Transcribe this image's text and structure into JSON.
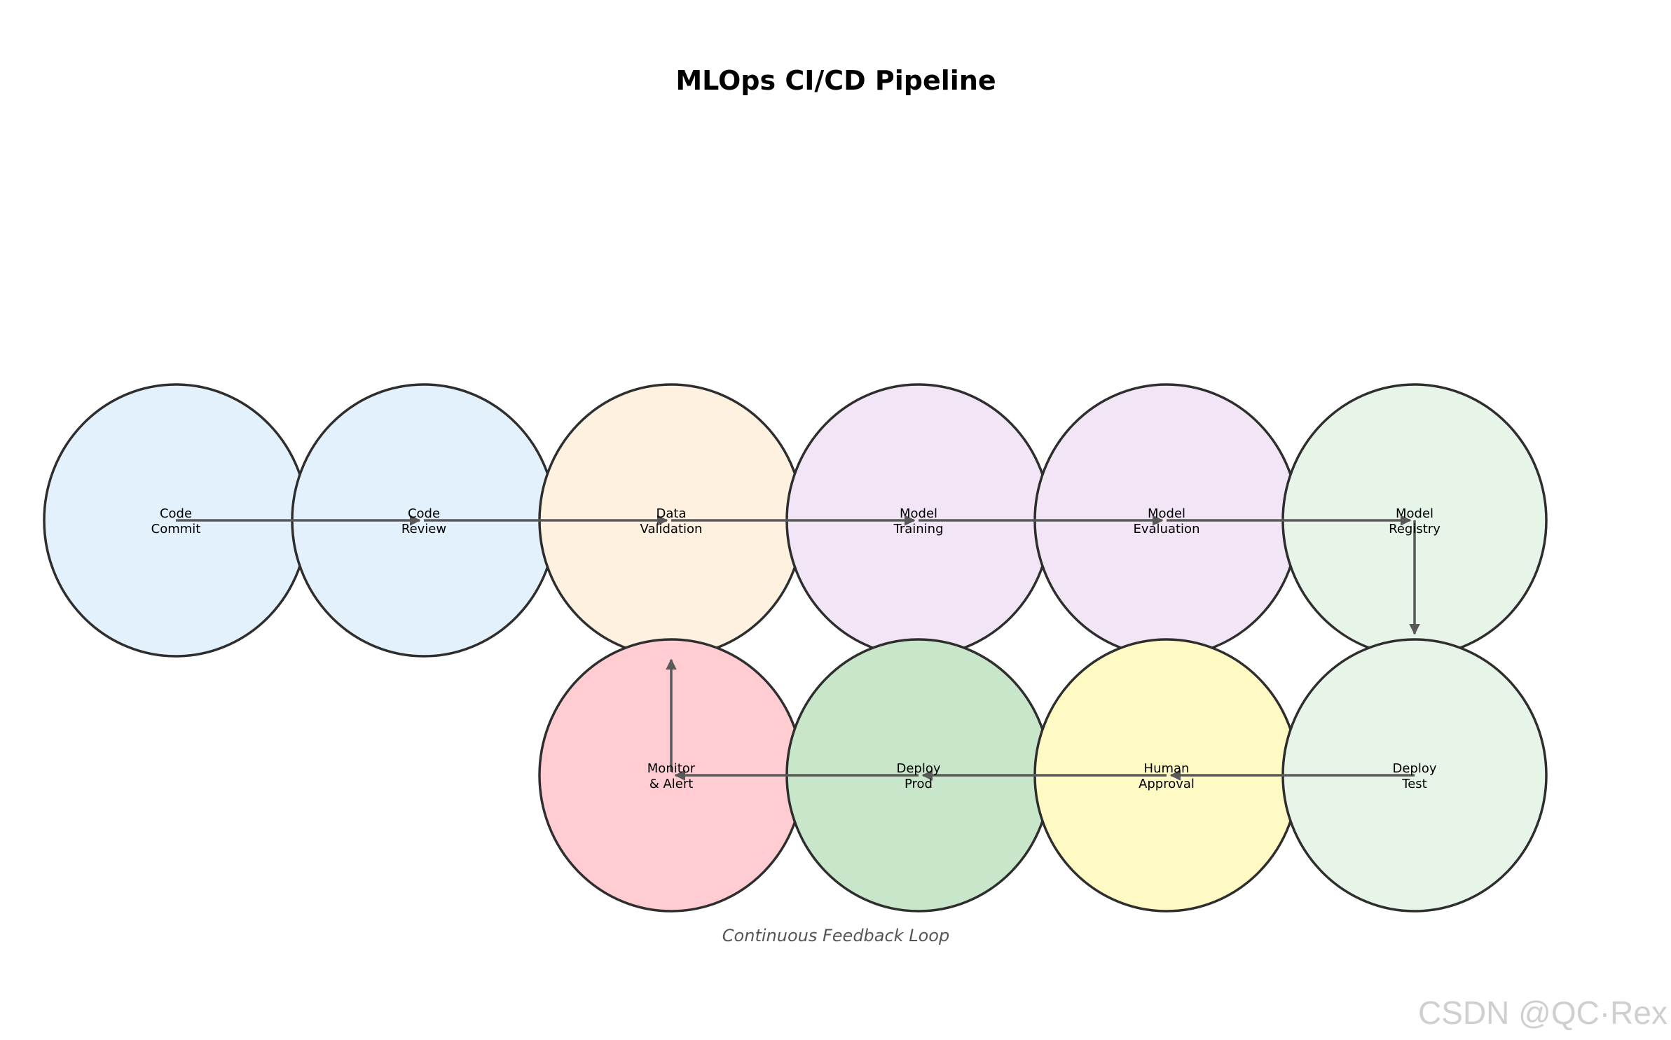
{
  "title": "MLOps CI/CD Pipeline",
  "caption": "Continuous Feedback Loop",
  "watermark": "CSDN @QC·Rex",
  "colors": {
    "stroke": "#2e2e2e",
    "arrow": "#595959",
    "code": "#e3f1fd",
    "data": "#fef1e0",
    "model": "#f2e5f6",
    "registry": "#e7f4e8",
    "monitor": "#ffccd2",
    "prod": "#c8e6c9",
    "approval": "#fff9c4"
  },
  "nodes": [
    {
      "id": "code-commit",
      "lines": [
        "Code",
        "Commit"
      ],
      "color": "#e3f1fd"
    },
    {
      "id": "code-review",
      "lines": [
        "Code",
        "Review"
      ],
      "color": "#e3f1fd"
    },
    {
      "id": "data-validation",
      "lines": [
        "Data",
        "Validation"
      ],
      "color": "#fef1e0"
    },
    {
      "id": "model-training",
      "lines": [
        "Model",
        "Training"
      ],
      "color": "#f2e5f6"
    },
    {
      "id": "model-evaluation",
      "lines": [
        "Model",
        "Evaluation"
      ],
      "color": "#f2e5f6"
    },
    {
      "id": "model-registry",
      "lines": [
        "Model",
        "Registry"
      ],
      "color": "#e7f4e8"
    },
    {
      "id": "monitor-alert",
      "lines": [
        "Monitor",
        "& Alert"
      ],
      "color": "#ffccd2"
    },
    {
      "id": "deploy-prod",
      "lines": [
        "Deploy",
        "Prod"
      ],
      "color": "#c8e6c9"
    },
    {
      "id": "human-approval",
      "lines": [
        "Human",
        "Approval"
      ],
      "color": "#fff9c4"
    },
    {
      "id": "deploy-test",
      "lines": [
        "Deploy",
        "Test"
      ],
      "color": "#e7f4e8"
    }
  ],
  "edges": [
    {
      "from": "code-commit",
      "to": "code-review"
    },
    {
      "from": "code-review",
      "to": "data-validation"
    },
    {
      "from": "data-validation",
      "to": "model-training"
    },
    {
      "from": "model-training",
      "to": "model-evaluation"
    },
    {
      "from": "model-evaluation",
      "to": "model-registry"
    },
    {
      "from": "model-registry",
      "to": "deploy-test"
    },
    {
      "from": "deploy-test",
      "to": "human-approval"
    },
    {
      "from": "human-approval",
      "to": "deploy-prod"
    },
    {
      "from": "deploy-prod",
      "to": "monitor-alert"
    },
    {
      "from": "monitor-alert",
      "to": "data-validation"
    }
  ]
}
